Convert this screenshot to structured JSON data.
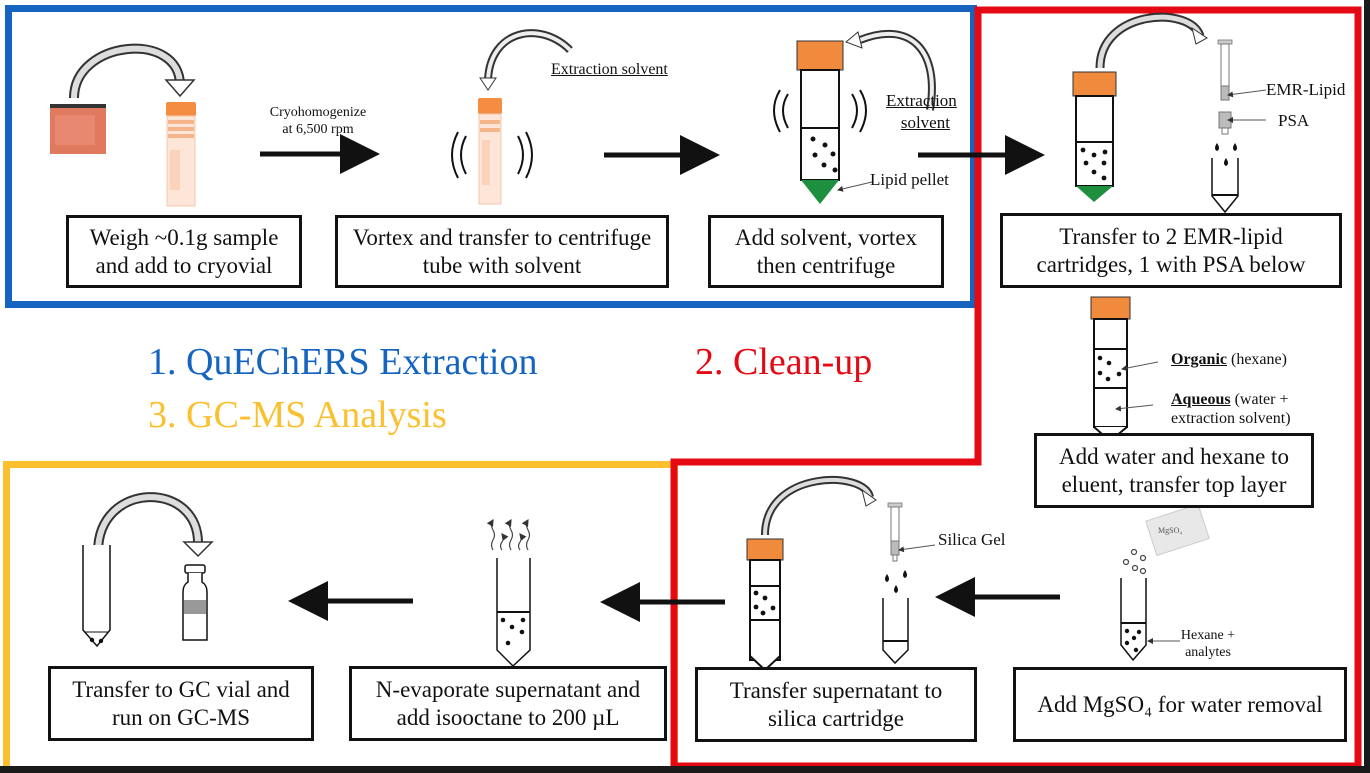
{
  "title": "Sample preparation workflow: QuEChERS extraction, clean-up and GC-MS analysis",
  "colors": {
    "extraction": "#1565c0",
    "cleanup": "#e50914",
    "analysis": "#fbc02d",
    "cap_orange": "#f08a3c",
    "lipid_green": "#1e8f3e"
  },
  "sections": [
    {
      "label": "1. QuEChERS Extraction"
    },
    {
      "label": "2. Clean-up"
    },
    {
      "label": "3. GC-MS Analysis"
    }
  ],
  "steps": [
    {
      "section": 1,
      "label": "Weigh ~0.1g sample and add to cryovial"
    },
    {
      "section": 1,
      "label": "Vortex and transfer to centrifuge tube with solvent"
    },
    {
      "section": 1,
      "label": "Add solvent, vortex then centrifuge"
    },
    {
      "section": 2,
      "label": "Transfer to 2 EMR-lipid cartridges, 1 with PSA below"
    },
    {
      "section": 2,
      "label": "Add water and hexane to eluent, transfer top layer"
    },
    {
      "section": 2,
      "label": "Add MgSO₄ for water removal"
    },
    {
      "section": 2,
      "label": "Transfer supernatant to silica cartridge"
    },
    {
      "section": 3,
      "label": "N-evaporate supernatant and add isooctane to 200 µL"
    },
    {
      "section": 3,
      "label": "Transfer to GC vial and run on GC-MS"
    }
  ],
  "annotations": {
    "cryo_line1": "Cryohomogenize",
    "cryo_line2": "at 6,500 rpm",
    "extraction_solvent": "Extraction solvent",
    "extraction_solvent_l1": "Extraction",
    "extraction_solvent_l2": "solvent",
    "lipid_pellet": "Lipid pellet",
    "emr_lipid": "EMR-Lipid",
    "psa": "PSA",
    "organic": "Organic",
    "organic_suffix": " (hexane)",
    "aqueous": "Aqueous",
    "aqueous_suffix": " (water +",
    "aqueous_l2": "extraction solvent)",
    "silica_gel": "Silica Gel",
    "mgso4_packet": "MgSO₄",
    "hexane_l1": "Hexane +",
    "hexane_l2": "analytes"
  }
}
